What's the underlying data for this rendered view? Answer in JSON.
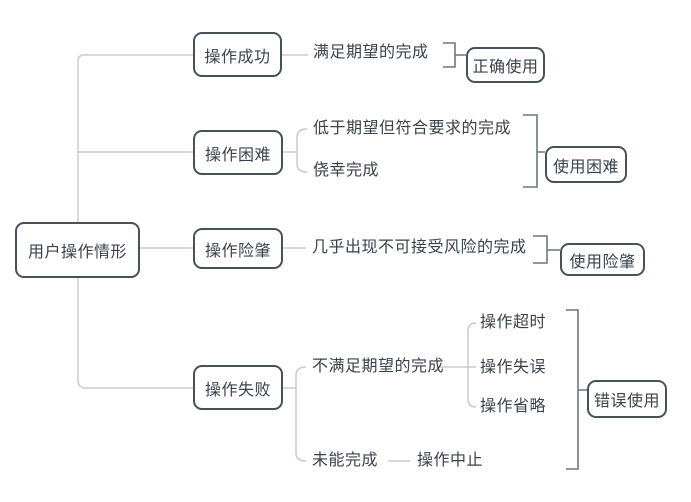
{
  "colors": {
    "node_border": "#47515c",
    "text": "#3a424b",
    "branch_line": "#c7cbd0",
    "bracket_line": "#6f7780",
    "background": "#ffffff"
  },
  "diagram": {
    "type": "mindmap-tree",
    "root": "用户操作情形",
    "branches": [
      {
        "node": "操作成功",
        "children": [
          {
            "label": "满足期望的完成"
          }
        ],
        "summary": "正确使用"
      },
      {
        "node": "操作困难",
        "children": [
          {
            "label": "低于期望但符合要求的完成"
          },
          {
            "label": "侥幸完成"
          }
        ],
        "summary": "使用困难"
      },
      {
        "node": "操作险肇",
        "children": [
          {
            "label": "几乎出现不可接受风险的完成"
          }
        ],
        "summary": "使用险肇"
      },
      {
        "node": "操作失败",
        "children": [
          {
            "label": "不满足期望的完成",
            "children": [
              {
                "label": "操作超时"
              },
              {
                "label": "操作失误"
              },
              {
                "label": "操作省略"
              }
            ]
          },
          {
            "label": "未能完成",
            "children": [
              {
                "label": "操作中止"
              }
            ]
          }
        ],
        "summary": "错误使用"
      }
    ]
  }
}
